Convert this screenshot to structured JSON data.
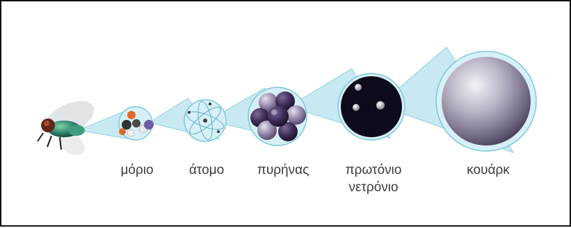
{
  "diagram": {
    "stages": [
      {
        "id": "fly",
        "label": ""
      },
      {
        "id": "molecule",
        "label": "μόριο"
      },
      {
        "id": "atom",
        "label": "άτομο"
      },
      {
        "id": "nucleus",
        "label": "πυρήνας"
      },
      {
        "id": "proton-neutron",
        "label_line1": "πρωτόνιο",
        "label_line2": "νετρόνιο"
      },
      {
        "id": "quark",
        "label": "κουάρκ"
      }
    ]
  },
  "colors": {
    "frame_border": "#111111",
    "cone_fill": "#bfe6f0",
    "cone_stroke": "#7cc7da",
    "bubble_fill": "#d7f0f7",
    "nucleon_dark": "#3c2b55",
    "nucleon_light": "#8c7ca4",
    "proton_interior": "#0e0b1c",
    "quark_sphere": "#a7a1b3",
    "label_text": "#3a3a3a"
  }
}
